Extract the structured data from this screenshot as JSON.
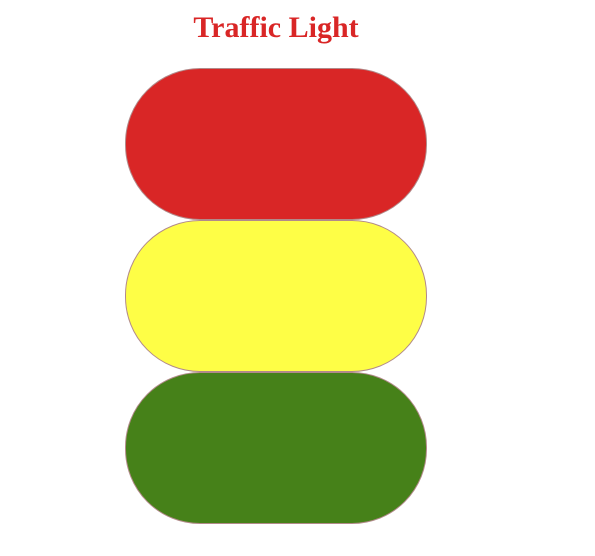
{
  "page": {
    "title": "Traffic Light",
    "title_color": "#d92626"
  },
  "lights": [
    {
      "name": "red",
      "color": "#d92626"
    },
    {
      "name": "yellow",
      "color": "#fefe46"
    },
    {
      "name": "green",
      "color": "#468119"
    }
  ]
}
